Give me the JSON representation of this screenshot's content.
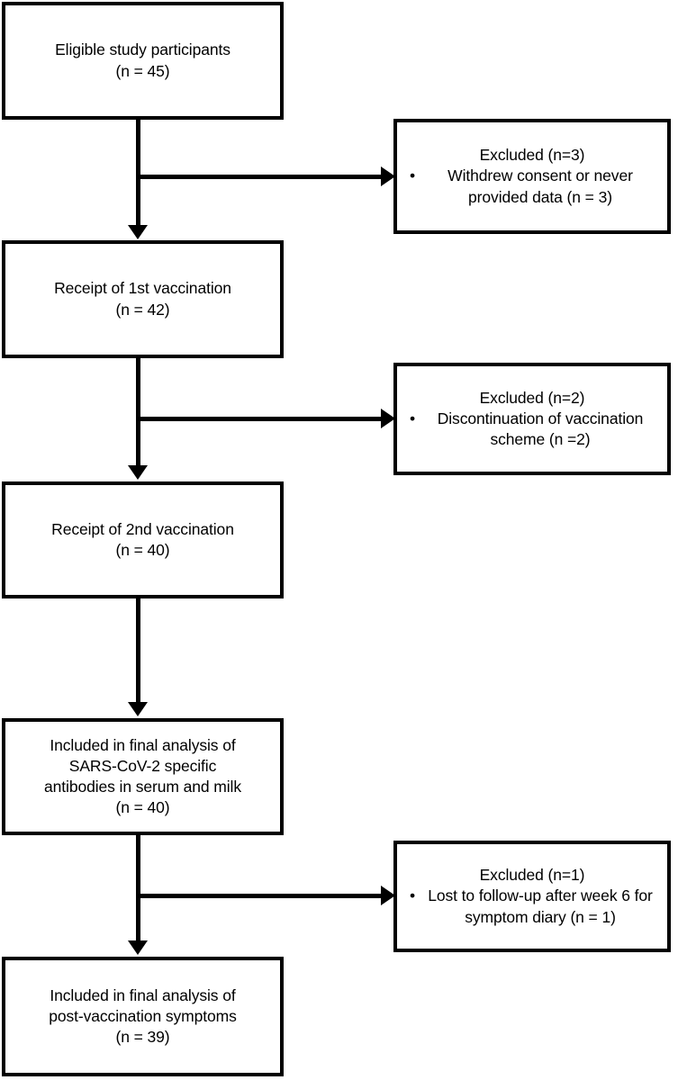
{
  "figure": {
    "type": "flow-diagram",
    "title": "CONSORT-style participant flow diagram",
    "background_color": "#ffffff",
    "stroke_color": "#000000"
  },
  "nodes": [
    {
      "id": "eligible",
      "lines": [
        "Eligible study participants",
        "(n = 45)"
      ],
      "count": 45
    },
    {
      "id": "first-vaccination",
      "lines": [
        "Receipt of 1st vaccination",
        "(n = 42)"
      ],
      "count": 42
    },
    {
      "id": "second-vaccination",
      "lines": [
        "Receipt of 2nd vaccination",
        "(n = 40)"
      ],
      "count": 40
    },
    {
      "id": "analysis-antibodies",
      "lines": [
        "Included in final analysis of",
        "SARS-CoV-2 specific",
        "antibodies in serum and milk",
        "(n = 40)"
      ],
      "count": 40
    },
    {
      "id": "analysis-symptoms",
      "lines": [
        "Included in final analysis of",
        "post-vaccination symptoms",
        "(n = 39)"
      ],
      "count": 39
    }
  ],
  "exclusions": [
    {
      "id": "excluded-1",
      "title": "Excluded (n=3)",
      "bullet": "•",
      "body_lines": [
        "Withdrew consent or",
        "never provided data (n =",
        "3)"
      ],
      "count": 3
    },
    {
      "id": "excluded-2",
      "title": "Excluded (n=2)",
      "bullet": "•",
      "body_lines": [
        "Discontinuation of",
        "vaccination scheme (n =2)"
      ],
      "count": 2
    },
    {
      "id": "excluded-3",
      "title": "Excluded (n=1)",
      "bullet": "•",
      "body_lines": [
        "Lost to follow-up after",
        "week 6 for symptom diary",
        "(n = 1)"
      ],
      "count": 1
    }
  ]
}
